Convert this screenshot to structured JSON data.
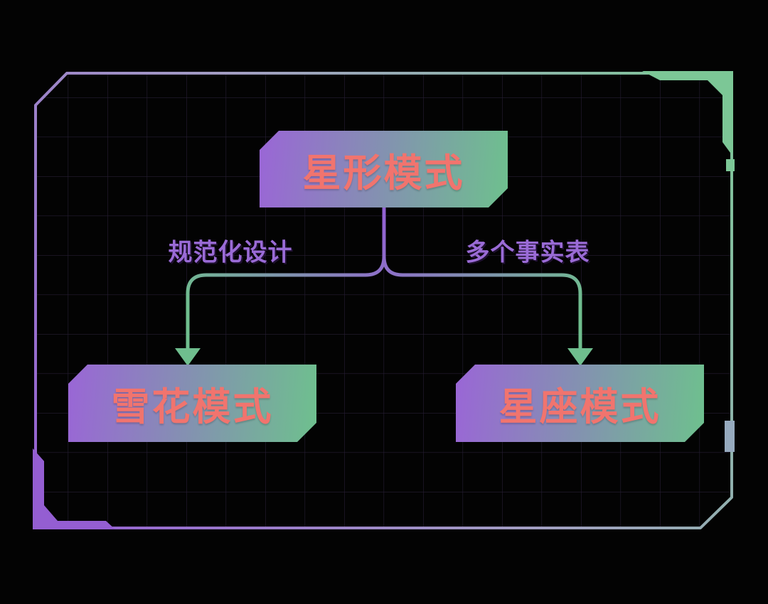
{
  "diagram": {
    "nodes": [
      {
        "id": "star-schema",
        "label": "星形模式"
      },
      {
        "id": "snowflake-schema",
        "label": "雪花模式"
      },
      {
        "id": "constellation-schema",
        "label": "星座模式"
      }
    ],
    "edges": [
      {
        "from": "star-schema",
        "to": "snowflake-schema",
        "label": "规范化设计"
      },
      {
        "from": "star-schema",
        "to": "constellation-schema",
        "label": "多个事实表"
      }
    ],
    "colors": {
      "background": "#030303",
      "grid_line": "#261d33",
      "node_gradient_start": "#9a66d6",
      "node_gradient_end": "#6ec08e",
      "node_text": "#f1746e",
      "edge_label_text": "#9a6bd6",
      "connector_purple": "#9263d2",
      "connector_green": "#6fbe8e",
      "frame_green": "#7cc796",
      "frame_purple": "#945ed2",
      "frame_gray": "#a29ec2",
      "frame_tab_blue": "#96aabe"
    }
  }
}
